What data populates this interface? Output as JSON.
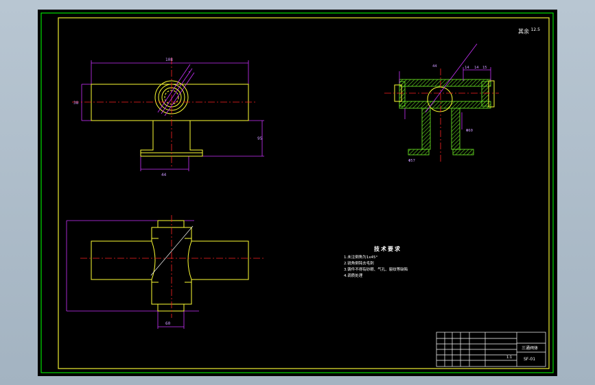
{
  "drawing": {
    "surface_note_label": "其余",
    "surface_note_value": "12.5",
    "tech_title": "技术要求",
    "tech_items": [
      "1.未注倒角为1x45°",
      "2.锐角倒钝去毛刺",
      "3.铸件不得有砂眼、气孔、裂纹等缺陷",
      "4.调质处理"
    ]
  },
  "title_block": {
    "part_name": "三通阀体",
    "drawing_no": "SF-01",
    "scale": "1:1"
  },
  "dims": {
    "top_overall": "108",
    "bottom_overall": "60",
    "side_height": "95",
    "left_h": "38",
    "bottom_flange": "44",
    "right_top_1": "44",
    "right_small_1": "14",
    "right_small_2": "14",
    "right_small_3": "15",
    "right_base": "Φ57",
    "right_flange": "Φ60"
  },
  "colors": {
    "frame": "#00e000",
    "outline": "#ffff33",
    "dimension": "#cc33ff",
    "center": "#ff2222",
    "hatch": "#66dd22",
    "text": "#ffffff"
  }
}
